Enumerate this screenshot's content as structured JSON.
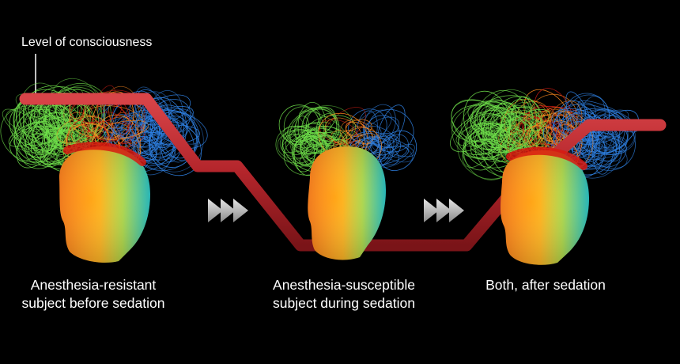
{
  "level_label": "Level of consciousness",
  "panels": [
    {
      "id": "resistant",
      "caption_lines": [
        "Anesthesia-resistant",
        "subject before sedation"
      ]
    },
    {
      "id": "susceptible",
      "caption_lines": [
        "Anesthesia-susceptible",
        "subject during sedation"
      ]
    },
    {
      "id": "both",
      "caption_lines": [
        "Both, after sedation"
      ]
    }
  ],
  "arrows": [
    "transition-arrow-1",
    "transition-arrow-2"
  ],
  "colors": {
    "background": "#000000",
    "level_line": "#b3252b",
    "arrow_gray": "#9a9a9a",
    "loop_green": "#6fe04a",
    "loop_blue": "#2e7fe0",
    "loop_orange": "#ff8a1e",
    "loop_red": "#c21a12"
  }
}
